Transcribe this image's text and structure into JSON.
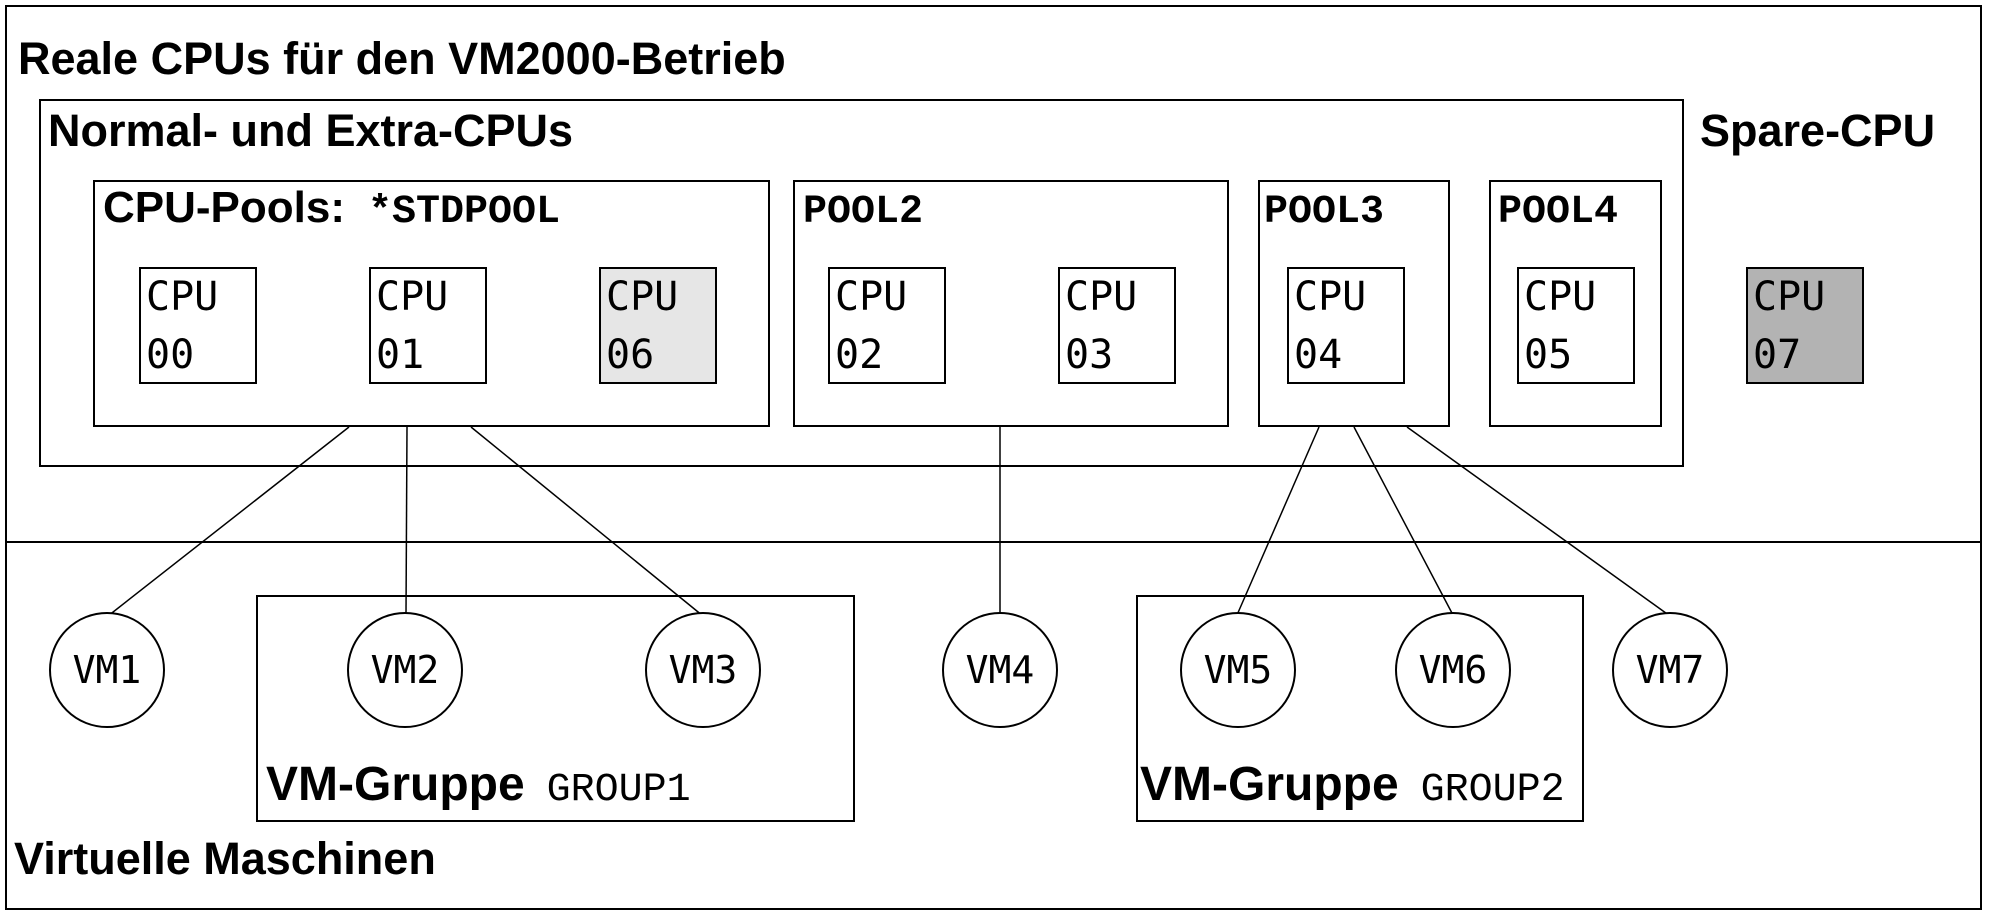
{
  "title_real_cpus": "Reale CPUs für den VM2000-Betrieb",
  "title_normal_extra": "Normal- und Extra-CPUs",
  "title_spare": "Spare-CPU",
  "title_virtual": "Virtuelle Maschinen",
  "pools": {
    "stdpool_prefix": "CPU-Pools:",
    "stdpool_name": "*STDPOOL",
    "pool2": "POOL2",
    "pool3": "POOL3",
    "pool4": "POOL4"
  },
  "cpus": [
    {
      "label": "CPU",
      "num": "00",
      "fill": "#ffffff"
    },
    {
      "label": "CPU",
      "num": "01",
      "fill": "#ffffff"
    },
    {
      "label": "CPU",
      "num": "06",
      "fill": "#e6e6e6"
    },
    {
      "label": "CPU",
      "num": "02",
      "fill": "#ffffff"
    },
    {
      "label": "CPU",
      "num": "03",
      "fill": "#ffffff"
    },
    {
      "label": "CPU",
      "num": "04",
      "fill": "#ffffff"
    },
    {
      "label": "CPU",
      "num": "05",
      "fill": "#ffffff"
    },
    {
      "label": "CPU",
      "num": "07",
      "fill": "#b3b3b3"
    }
  ],
  "vms": [
    "VM1",
    "VM2",
    "VM3",
    "VM4",
    "VM5",
    "VM6",
    "VM7"
  ],
  "groups": {
    "prefix": "VM-Gruppe",
    "group1": "GROUP1",
    "group2": "GROUP2"
  }
}
